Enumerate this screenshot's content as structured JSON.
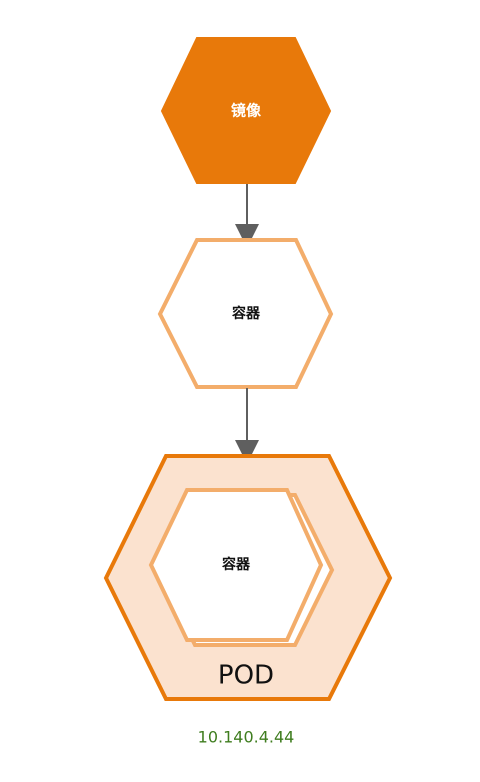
{
  "diagram": {
    "nodes": {
      "image": {
        "label": "镜像"
      },
      "container_top": {
        "label": "容器"
      },
      "pod": {
        "label": "POD",
        "inner_container_label": "容器",
        "ip": "10.140.4.44"
      }
    },
    "edges": [
      {
        "from": "image",
        "to": "container_top"
      },
      {
        "from": "container_top",
        "to": "pod"
      }
    ],
    "colors": {
      "image_fill": "#e8790a",
      "container_stroke": "#f3ad6b",
      "pod_fill": "#fbe2cf",
      "pod_stroke": "#e8790a",
      "arrow": "#5f5f5f",
      "ip_text": "#3f7d1f"
    }
  }
}
